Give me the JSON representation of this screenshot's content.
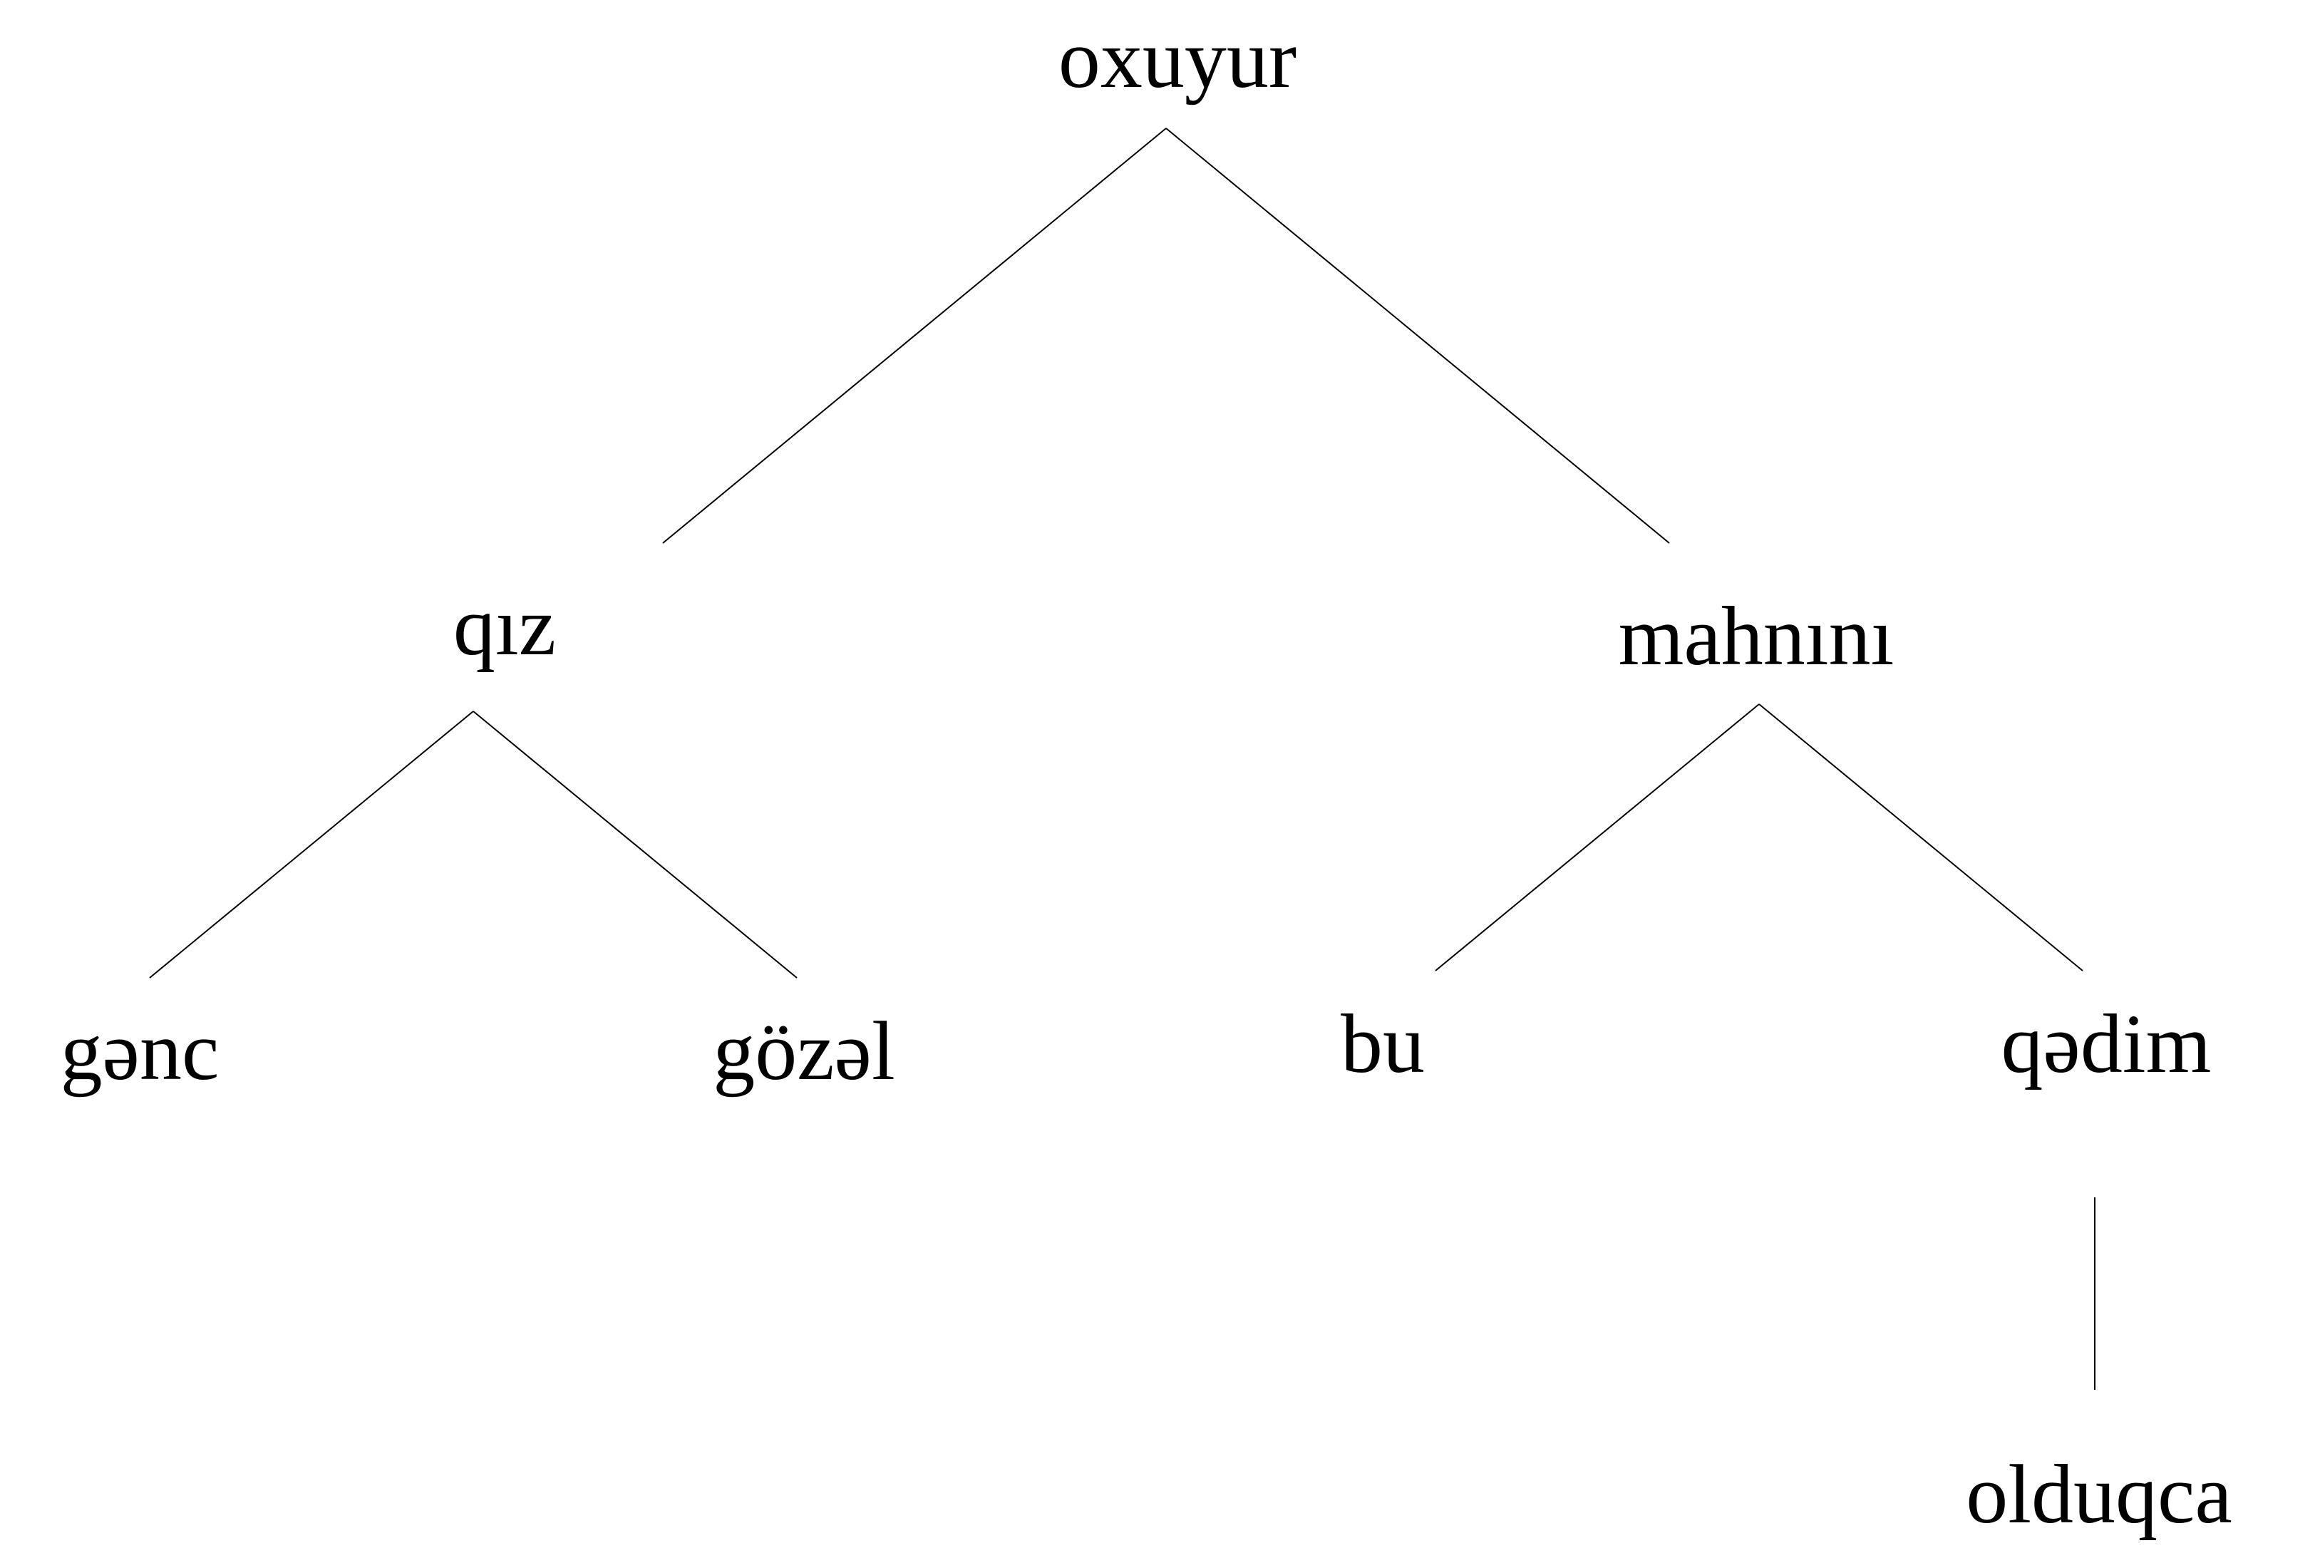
{
  "tree": {
    "nodes": [
      {
        "id": "oxuyur",
        "label": "oxuyur"
      },
      {
        "id": "qiz",
        "label": "qız"
      },
      {
        "id": "mahnini",
        "label": "mahnını"
      },
      {
        "id": "genc",
        "label": "gənc"
      },
      {
        "id": "gozel",
        "label": "gözəl"
      },
      {
        "id": "bu",
        "label": "bu"
      },
      {
        "id": "qedim",
        "label": "qədim"
      },
      {
        "id": "olduqca",
        "label": "olduqca"
      }
    ],
    "edges": [
      {
        "from": "oxuyur",
        "to": "qiz"
      },
      {
        "from": "oxuyur",
        "to": "mahnini"
      },
      {
        "from": "qiz",
        "to": "genc"
      },
      {
        "from": "qiz",
        "to": "gozel"
      },
      {
        "from": "mahnini",
        "to": "bu"
      },
      {
        "from": "mahnini",
        "to": "qedim"
      },
      {
        "from": "qedim",
        "to": "olduqca"
      }
    ],
    "colors": {
      "text": "#000000",
      "line": "#000000",
      "background": "#ffffff"
    }
  }
}
